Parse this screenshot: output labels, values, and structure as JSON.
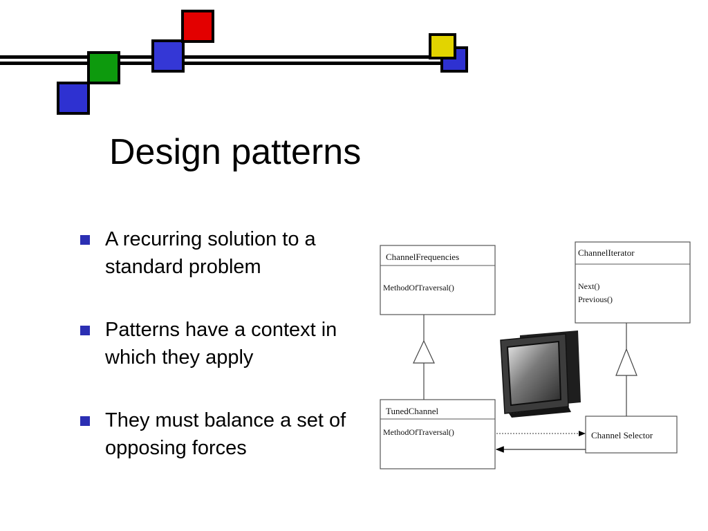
{
  "slide": {
    "title": "Design patterns",
    "bullets": [
      "A recurring solution to a standard problem",
      "Patterns have a context in which they apply",
      "They must balance a set of opposing forces"
    ]
  },
  "decoration": {
    "square_colors": [
      "#2e31d1",
      "#0d9a0d",
      "#3437d6",
      "#e30000",
      "#e2d400",
      "#2e31d1"
    ]
  },
  "diagram": {
    "classes": [
      {
        "name": "ChannelFrequencies",
        "operations": [
          "MethodOfTraversal()"
        ]
      },
      {
        "name": "ChannelIterator",
        "operations": [
          "Next()",
          "Previous()"
        ]
      },
      {
        "name": "TunedChannel",
        "operations": [
          "MethodOfTraversal()"
        ]
      },
      {
        "name": "Channel Selector",
        "operations": []
      }
    ],
    "illustration_icon": "crt-television-icon"
  }
}
